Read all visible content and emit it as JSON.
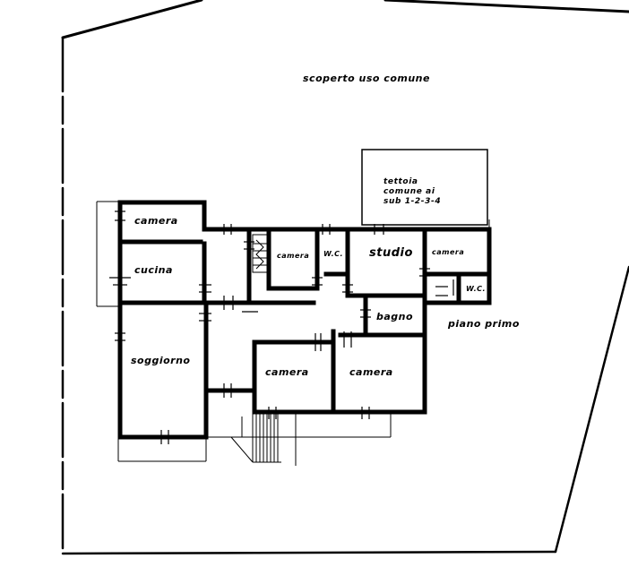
{
  "plan": {
    "outside_area": "scoperto uso comune",
    "canopy": [
      "tettoia",
      "comune ai",
      "sub 1-2-3-4"
    ],
    "floor": "piano primo",
    "rooms": {
      "camera_top_left": "camera",
      "cucina": "cucina",
      "soggiorno": "soggiorno",
      "camera_small": "camera",
      "wc_center": "W.C.",
      "studio": "studio",
      "camera_right": "camera",
      "wc_right": "W.C.",
      "bagno": "bagno",
      "camera_mid": "camera",
      "camera_large": "camera"
    }
  }
}
